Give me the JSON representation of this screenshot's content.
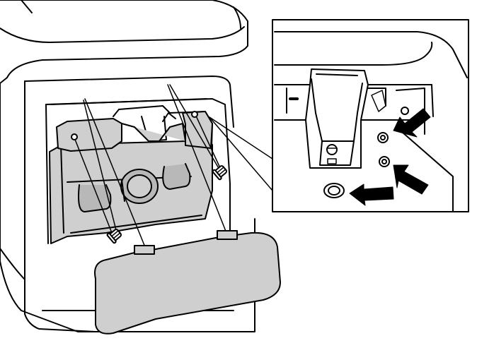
{
  "figure": {
    "kind": "line-art service illustration",
    "text_labels": []
  },
  "colors": {
    "line": "#000000",
    "background": "#ffffff",
    "part_fill": "#cfcfcf",
    "part_fill_dark": "#b8b8b8"
  },
  "callouts": {
    "detail_inset_arrows": 3,
    "fasteners_shown": 2
  },
  "icons": [
    "arrow-icon",
    "screw-icon",
    "mounting-hole-icon"
  ]
}
